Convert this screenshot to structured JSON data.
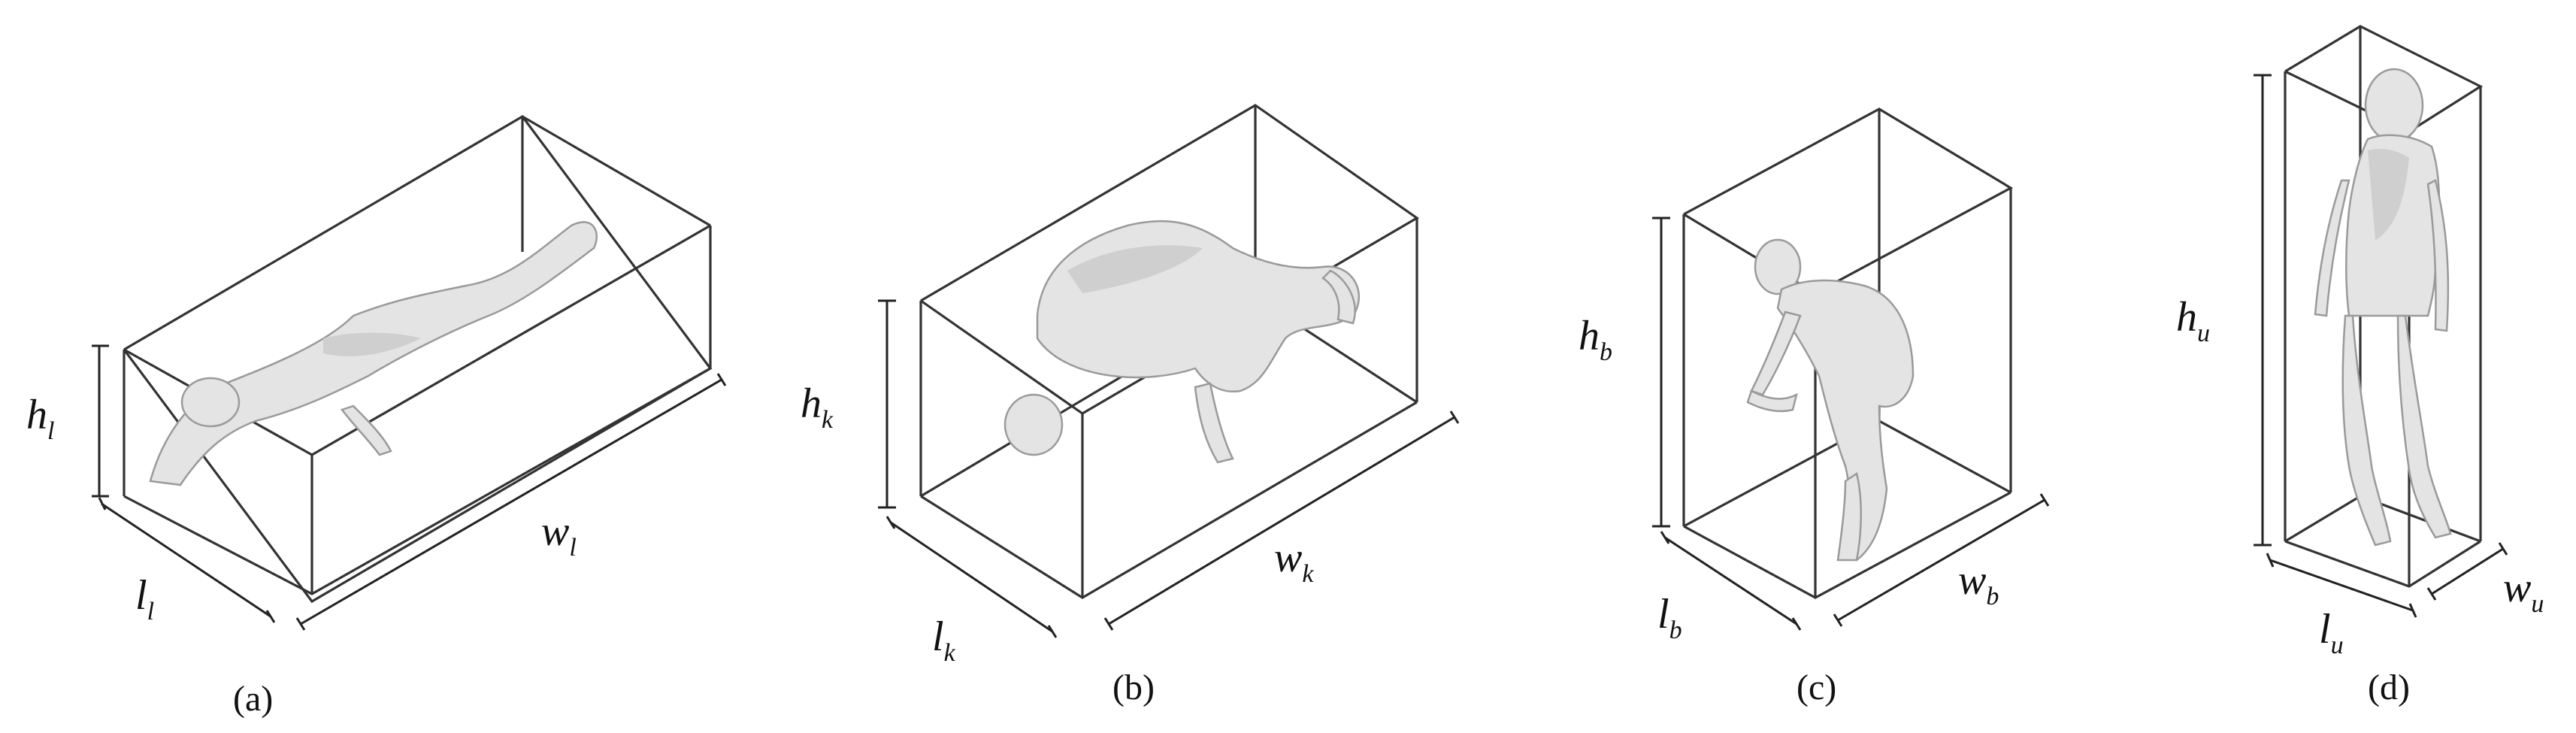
{
  "panels": [
    {
      "caption": "(a)",
      "height_label": {
        "main": "h",
        "sub": "l"
      },
      "length_label": {
        "main": "l",
        "sub": "l"
      },
      "width_label": {
        "main": "w",
        "sub": "l"
      }
    },
    {
      "caption": "(b)",
      "height_label": {
        "main": "h",
        "sub": "k"
      },
      "length_label": {
        "main": "l",
        "sub": "k"
      },
      "width_label": {
        "main": "w",
        "sub": "k"
      }
    },
    {
      "caption": "(c)",
      "height_label": {
        "main": "h",
        "sub": "b"
      },
      "length_label": {
        "main": "l",
        "sub": "b"
      },
      "width_label": {
        "main": "w",
        "sub": "b"
      }
    },
    {
      "caption": "(d)",
      "height_label": {
        "main": "h",
        "sub": "u"
      },
      "length_label": {
        "main": "l",
        "sub": "u"
      },
      "width_label": {
        "main": "w",
        "sub": "u"
      }
    }
  ]
}
